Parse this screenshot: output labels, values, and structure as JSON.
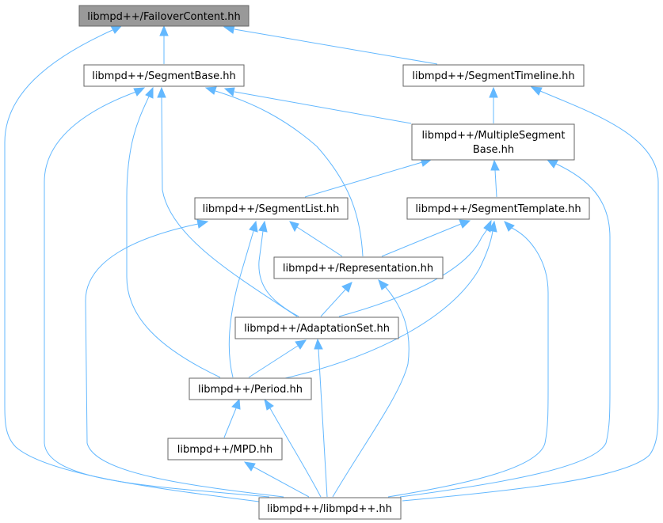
{
  "graph": {
    "nodes": {
      "failover_content": {
        "label": "libmpd++/FailoverContent.hh",
        "is_root": true
      },
      "segment_base": {
        "label": "libmpd++/SegmentBase.hh"
      },
      "segment_timeline": {
        "label": "libmpd++/SegmentTimeline.hh"
      },
      "multiple_segment_base": {
        "label_line1": "libmpd++/MultipleSegment",
        "label_line2": "Base.hh"
      },
      "segment_list": {
        "label": "libmpd++/SegmentList.hh"
      },
      "segment_template": {
        "label": "libmpd++/SegmentTemplate.hh"
      },
      "representation": {
        "label": "libmpd++/Representation.hh"
      },
      "adaptation_set": {
        "label": "libmpd++/AdaptationSet.hh"
      },
      "period": {
        "label": "libmpd++/Period.hh"
      },
      "mpd": {
        "label": "libmpd++/MPD.hh"
      },
      "libmpd": {
        "label": "libmpd++/libmpd++.hh"
      }
    },
    "colors": {
      "edge": "#63b8ff",
      "node_border": "#666666",
      "root_fill": "#999999",
      "node_fill": "#ffffff"
    }
  }
}
